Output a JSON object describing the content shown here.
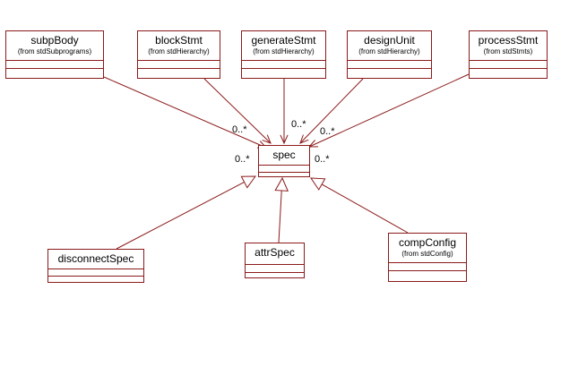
{
  "diagram": {
    "classes": {
      "subpBody": {
        "name": "subpBody",
        "package": "(from stdSubprograms)"
      },
      "blockStmt": {
        "name": "blockStmt",
        "package": "(from stdHierarchy)"
      },
      "generateStmt": {
        "name": "generateStmt",
        "package": "(from stdHierarchy)"
      },
      "designUnit": {
        "name": "designUnit",
        "package": "(from stdHierarchy)"
      },
      "processStmt": {
        "name": "processStmt",
        "package": "(from stdStmts)"
      },
      "spec": {
        "name": "spec"
      },
      "disconnectSpec": {
        "name": "disconnectSpec"
      },
      "attrSpec": {
        "name": "attrSpec"
      },
      "compConfig": {
        "name": "compConfig",
        "package": "(from stdConfig)"
      }
    },
    "multiplicities": {
      "blockStmt": "0..*",
      "generateStmt": "0..*",
      "designUnit": "0..*",
      "subpBody": "0..*",
      "processStmt": "0..*"
    },
    "line_color": "#8b1a1a"
  }
}
